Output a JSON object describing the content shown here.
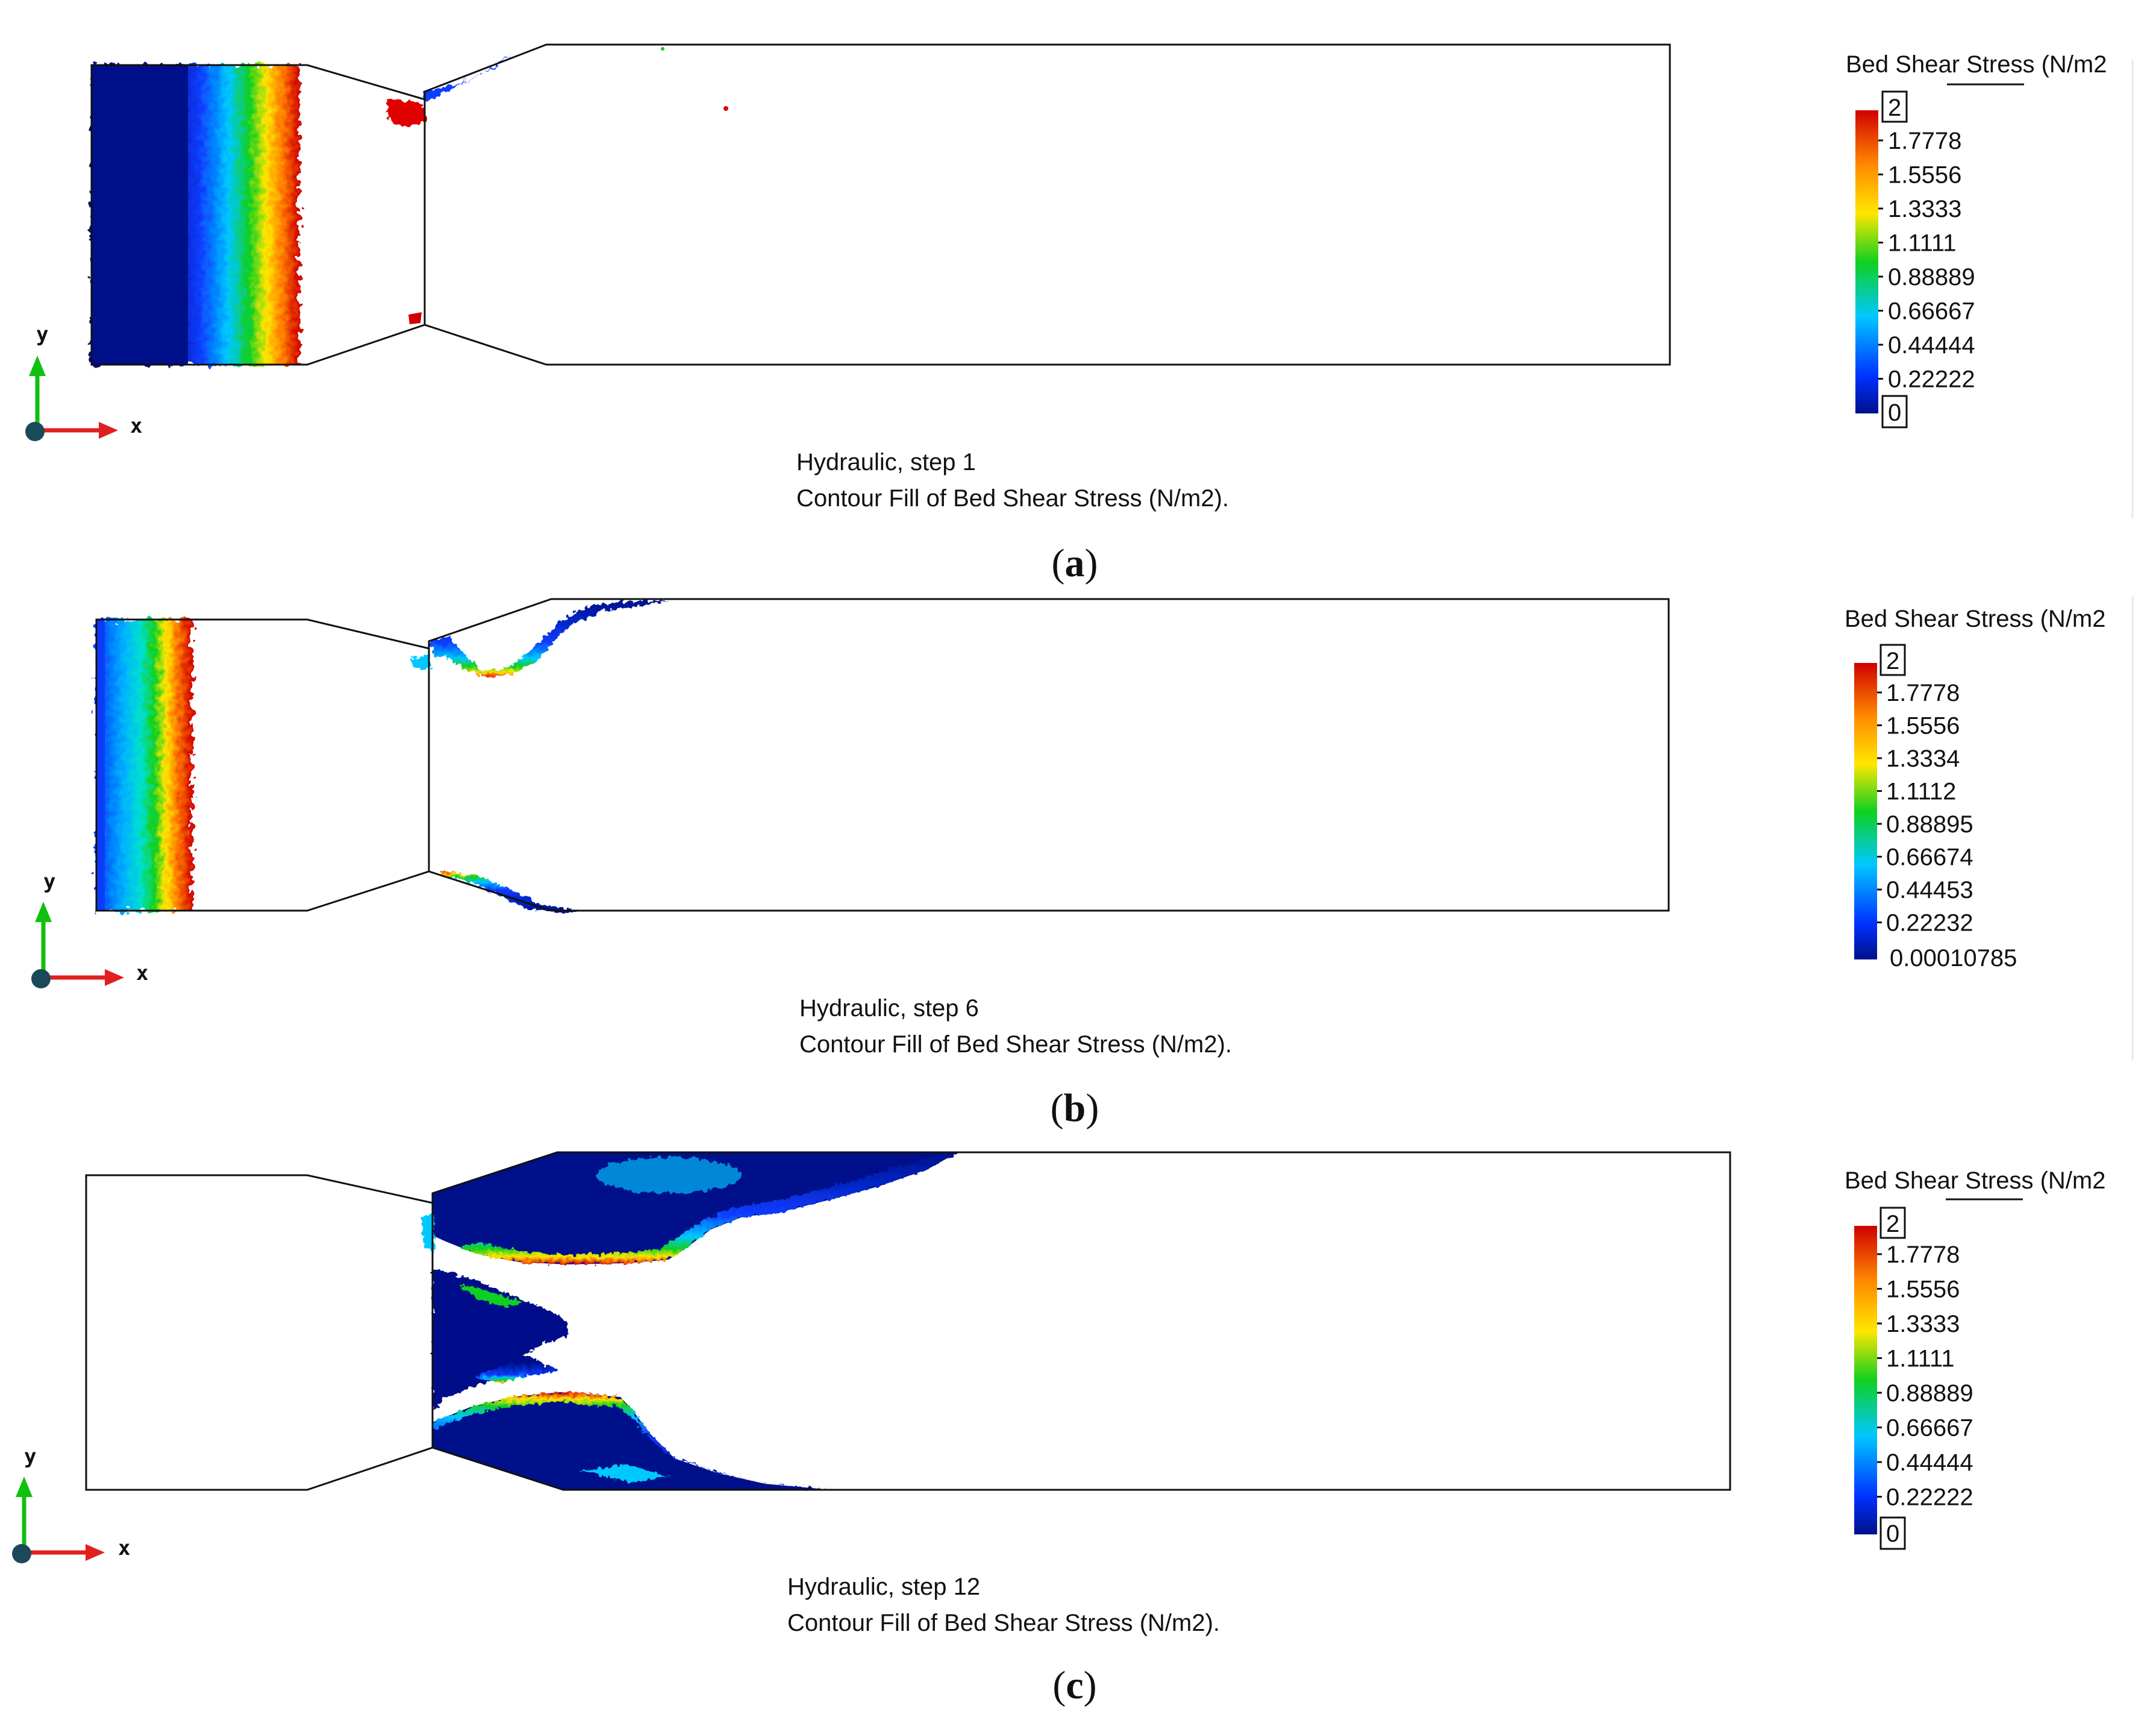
{
  "panels": [
    {
      "id": "a",
      "caption_letter": "a",
      "title_line1": "Hydraulic, step 1",
      "title_line2": "Contour Fill of Bed Shear Stress (N/m2).",
      "legend_title": "Bed Shear Stress (N/m2",
      "legend_max": "2",
      "legend_min": "0",
      "legend_ticks": [
        "1.7778",
        "1.5556",
        "1.3333",
        "1.1111",
        "0.88889",
        "0.66667",
        "0.44444",
        "0.22222"
      ],
      "axis_y": "y",
      "axis_x": "x"
    },
    {
      "id": "b",
      "caption_letter": "b",
      "title_line1": "Hydraulic, step 6",
      "title_line2": "Contour Fill of Bed Shear Stress (N/m2).",
      "legend_title": "Bed Shear Stress (N/m2",
      "legend_max": "2",
      "legend_min": "0.00010785",
      "legend_ticks": [
        "1.7778",
        "1.5556",
        "1.3334",
        "1.1112",
        "0.88895",
        "0.66674",
        "0.44453",
        "0.22232"
      ],
      "axis_y": "y",
      "axis_x": "x"
    },
    {
      "id": "c",
      "caption_letter": "c",
      "title_line1": "Hydraulic, step 12",
      "title_line2": "Contour Fill of Bed Shear Stress (N/m2).",
      "legend_title": "Bed Shear Stress (N/m2",
      "legend_max": "2",
      "legend_min": "0",
      "legend_ticks": [
        "1.7778",
        "1.5556",
        "1.3333",
        "1.1111",
        "0.88889",
        "0.66667",
        "0.44444",
        "0.22222"
      ],
      "axis_y": "y",
      "axis_x": "x"
    }
  ],
  "colors": {
    "outline": "#111111",
    "deep_blue": "#00108a",
    "blue": "#0a3cff",
    "cyan": "#00c8ff",
    "green": "#10d020",
    "yellow": "#ffe600",
    "orange": "#ff8a00",
    "red": "#e00000",
    "dark_red": "#b00000",
    "axis_y_arrow": "#10c010",
    "axis_x_arrow": "#e02020",
    "axis_origin": "#1a4a5a"
  }
}
